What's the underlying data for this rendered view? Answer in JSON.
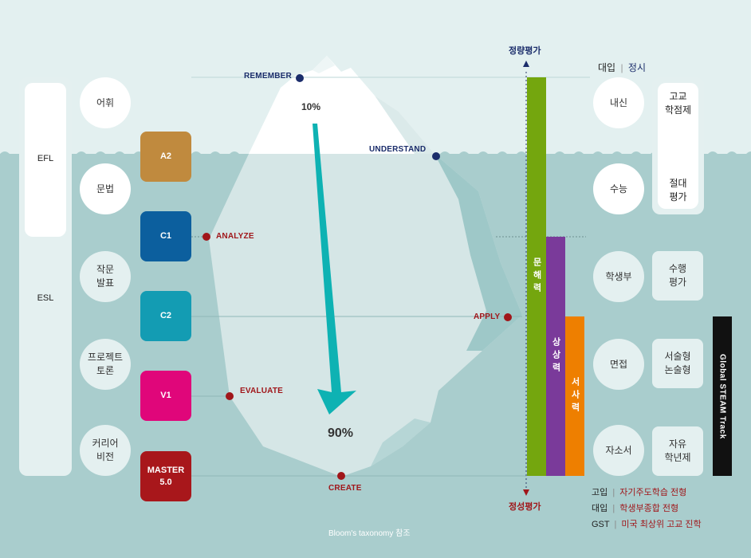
{
  "left_track": {
    "efl": "EFL",
    "esl": "ESL",
    "skills": [
      "어휘",
      "문법",
      "작문\n발표",
      "프로젝트\n토론",
      "커리어\n비전"
    ]
  },
  "levels": [
    {
      "label": "A2",
      "color": "#c08a3e"
    },
    {
      "label": "C1",
      "color": "#0c5f9e"
    },
    {
      "label": "C2",
      "color": "#139cb3"
    },
    {
      "label": "V1",
      "color": "#e0067a"
    },
    {
      "label": "MASTER\n5.0",
      "color": "#a8171b"
    }
  ],
  "bloom": {
    "remember": "REMEMBER",
    "understand": "UNDERSTAND",
    "analyze": "ANALYZE",
    "apply": "APPLY",
    "evaluate": "EVALUATE",
    "create": "CREATE",
    "top_percent": "10%",
    "bottom_percent": "90%",
    "caption": "Bloom's taxonomy 참조"
  },
  "axis": {
    "top_label": "정량평가",
    "bottom_label": "정성평가"
  },
  "bars": [
    {
      "label": "문해력",
      "color": "#74a60e"
    },
    {
      "label": "상상력",
      "color": "#7a3a9a"
    },
    {
      "label": "서사력",
      "color": "#ee7f00"
    }
  ],
  "right_header": {
    "a": "대입",
    "sep": "|",
    "b": "정시"
  },
  "right_track": {
    "circles": [
      "내신",
      "수능",
      "학생부",
      "면접",
      "자소서"
    ],
    "top_group": {
      "a": "고교\n학점제",
      "b": "절대\n평가"
    },
    "boxes": [
      "수행\n평가",
      "서술형\n논술형",
      "자유\n학년제"
    ],
    "gst_banner": "Global STEAM Track"
  },
  "legend": [
    {
      "key": "고입",
      "sep": "|",
      "value": "자기주도학습 전형"
    },
    {
      "key": "대입",
      "sep": "|",
      "value": "학생부종합 전형"
    },
    {
      "key": "GST",
      "sep": "|",
      "value": "미국 최상위 고교 진학"
    }
  ],
  "colors": {
    "navy": "#1b2d6b",
    "red": "#a0161a",
    "sea": "#a9cdcd",
    "sky": "#e3f0f0",
    "arrow": "#0eb2b3"
  }
}
